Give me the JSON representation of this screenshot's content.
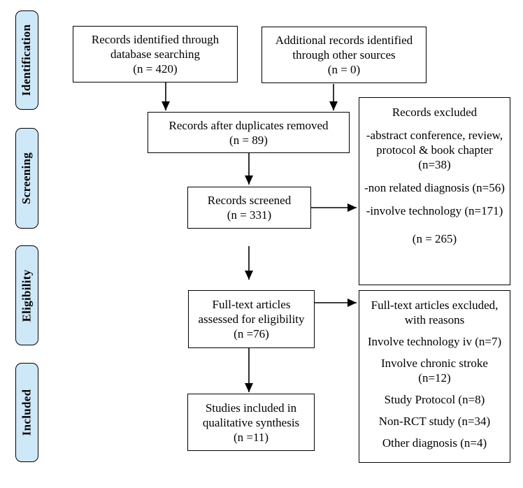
{
  "colors": {
    "stage_fill": "#cfe8f8",
    "box_border": "#000000",
    "background": "#ffffff",
    "text": "#000000"
  },
  "sidebar": {
    "items": [
      {
        "label": "Identification"
      },
      {
        "label": "Screening"
      },
      {
        "label": "Eligibility"
      },
      {
        "label": "Included"
      }
    ]
  },
  "boxes": {
    "identified": {
      "lines": [
        "Records identified through",
        "database searching",
        "(n = 420)"
      ]
    },
    "additional": {
      "lines": [
        "Additional records identified",
        "through other sources",
        "(n = 0)"
      ]
    },
    "duplicates": {
      "lines": [
        "Records after duplicates removed",
        "(n = 89)"
      ]
    },
    "screened": {
      "lines": [
        "Records screened",
        "(n = 331)"
      ]
    },
    "records_excluded": {
      "title": "Records excluded",
      "reason1_line1": "-abstract conference, review,",
      "reason1_line2": "protocol & book chapter",
      "reason1_line3": "(n=38)",
      "reason2": "-non related diagnosis (n=56)",
      "reason3": "-involve technology (n=171)",
      "total": "(n = 265)"
    },
    "fulltext": {
      "lines": [
        "Full-text articles",
        "assessed for eligibility",
        "(n =76)"
      ]
    },
    "fulltext_excluded": {
      "title_line1": "Full-text articles excluded,",
      "title_line2": "with reasons",
      "reason1": "Involve technology iv (n=7)",
      "reason2_line1": "Involve chronic stroke",
      "reason2_line2": "(n=12)",
      "reason3": "Study Protocol (n=8)",
      "reason4": "Non-RCT study (n=34)",
      "reason5": "Other diagnosis (n=4)"
    },
    "included": {
      "lines": [
        "Studies included in",
        "qualitative synthesis",
        "(n =11)"
      ]
    }
  }
}
